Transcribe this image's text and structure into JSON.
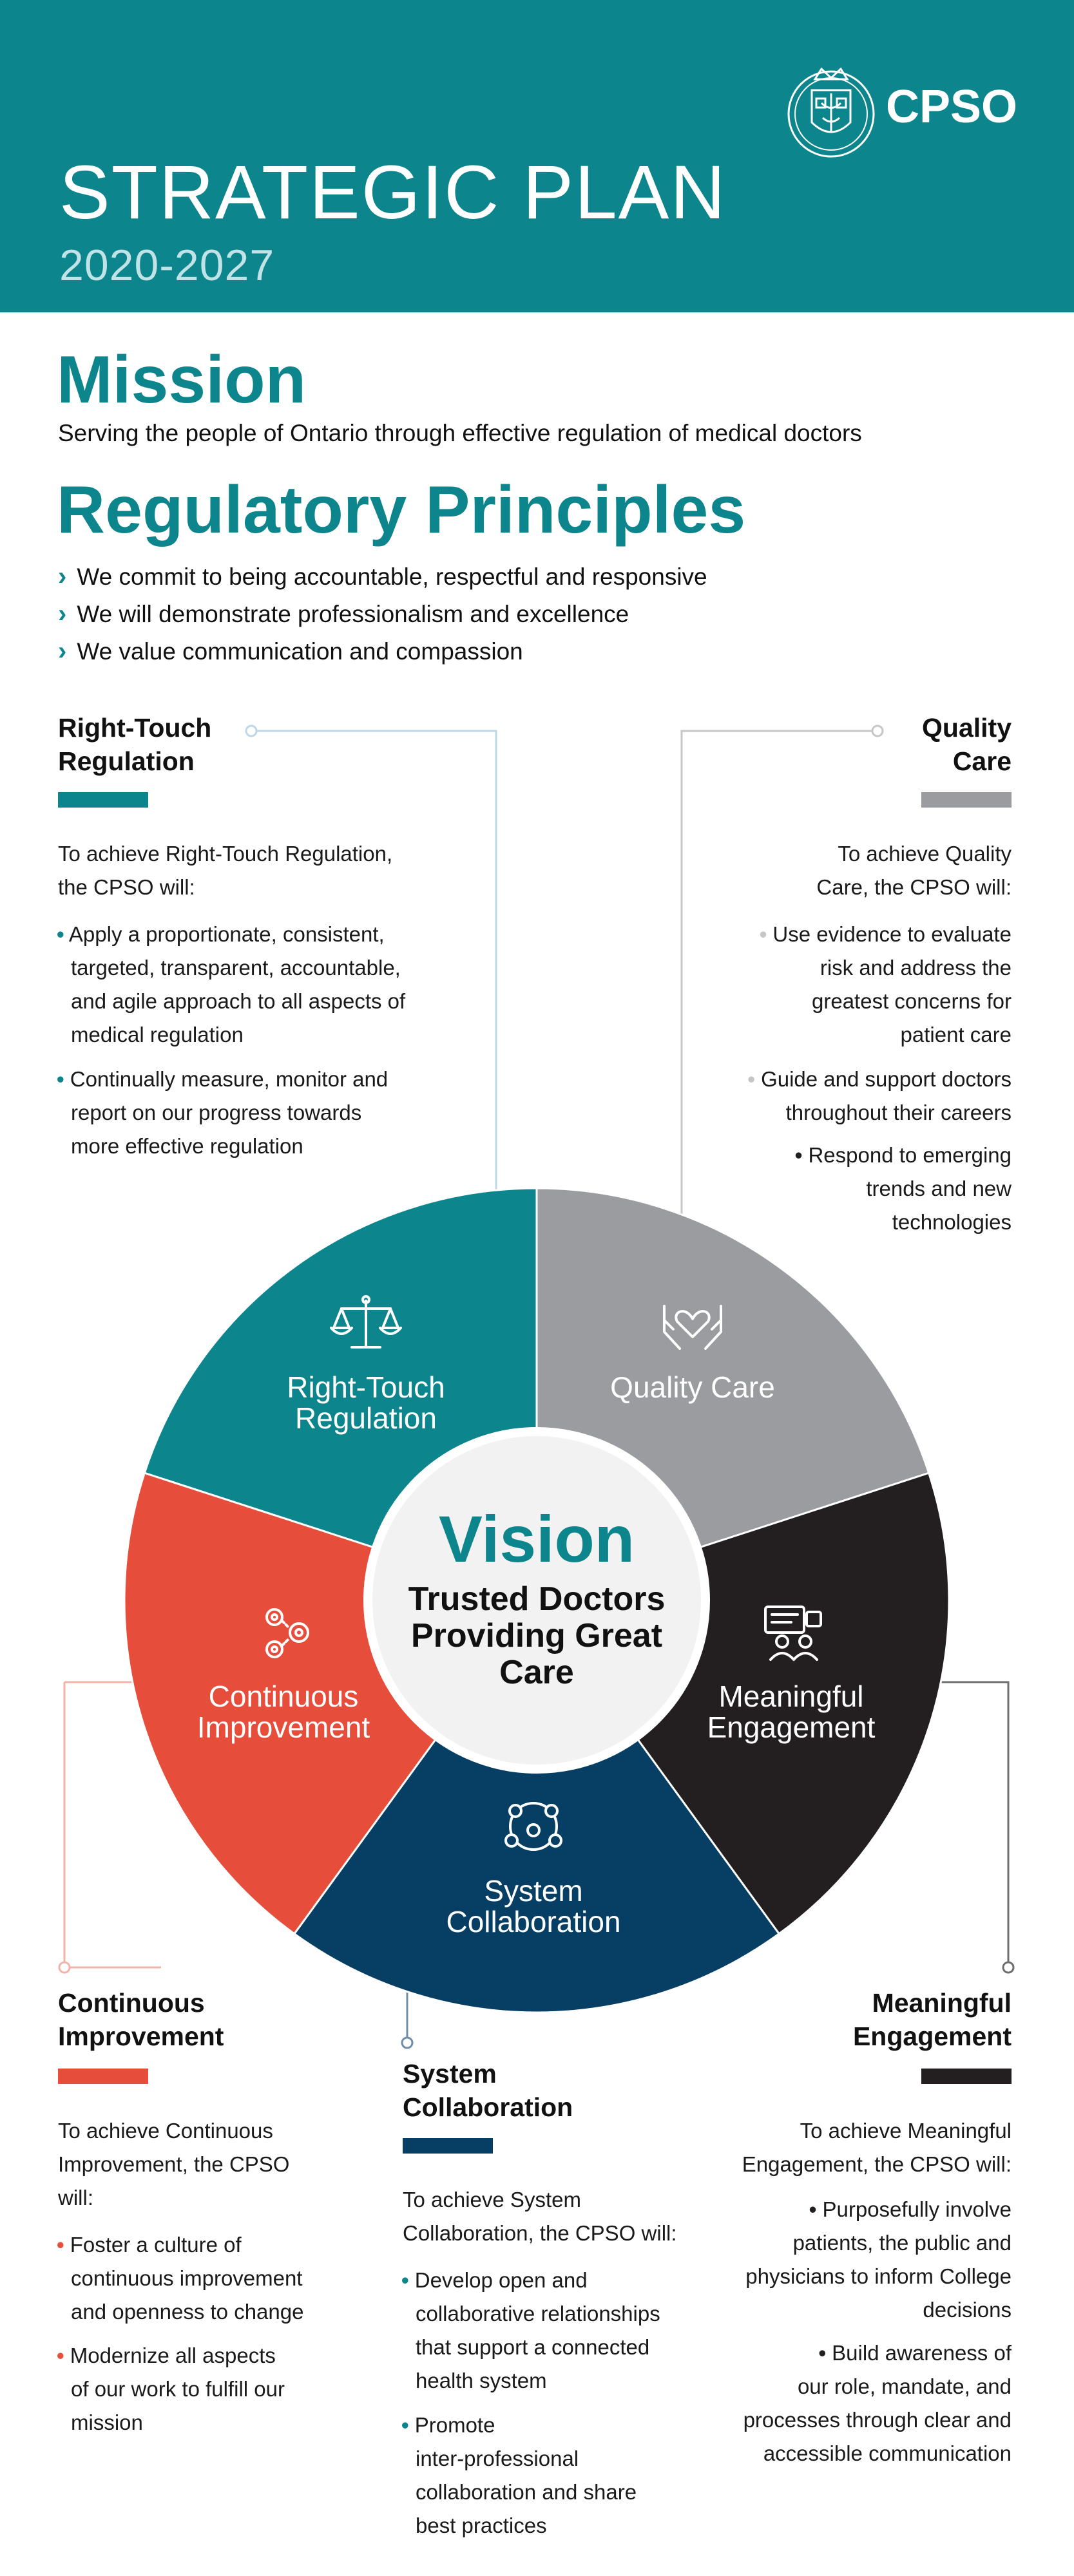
{
  "header": {
    "title": "STRATEGIC PLAN",
    "years": "2020-2027",
    "logo_text": "CPSO"
  },
  "mission": {
    "title": "Mission",
    "text": "Serving the people of Ontario through effective regulation of medical doctors"
  },
  "principles": {
    "title": "Regulatory Principles",
    "items": [
      "We commit to being accountable, respectful and responsive",
      "We will demonstrate professionalism and excellence",
      "We value communication and compassion"
    ]
  },
  "vision": {
    "title": "Vision",
    "text_lines": [
      "Trusted Doctors",
      "Providing Great",
      "Care"
    ]
  },
  "colors": {
    "teal": "#0d858d",
    "gray": "#9b9c9f",
    "black": "#231f20",
    "navy": "#063f63",
    "red": "#e64d3a"
  },
  "wheel_labels": {
    "right_touch": [
      "Right-Touch",
      "Regulation"
    ],
    "quality": [
      "Quality Care"
    ],
    "continuous": [
      "Continuous",
      "Improvement"
    ],
    "meaningful": [
      "Meaningful",
      "Engagement"
    ],
    "system": [
      "System",
      "Collaboration"
    ]
  },
  "icons": {
    "right_touch": "scales-icon",
    "quality": "hands-heart-icon",
    "continuous": "gears-icon",
    "meaningful": "people-chat-icon",
    "system": "network-people-icon"
  },
  "quadrants": {
    "right_touch": {
      "title_lines": [
        "Right-Touch",
        "Regulation"
      ],
      "intro_lines": [
        "To achieve Right-Touch Regulation,",
        "the CPSO will:"
      ],
      "bullets": [
        [
          "Apply a proportionate, consistent,",
          "targeted, transparent, accountable,",
          "and agile approach to all aspects of",
          "medical regulation"
        ],
        [
          "Continually measure, monitor and",
          "report on our progress towards",
          "more effective regulation"
        ]
      ]
    },
    "quality": {
      "title_lines": [
        "Quality",
        "Care"
      ],
      "intro_lines": [
        "To achieve Quality",
        "Care, the CPSO will:"
      ],
      "bullets": [
        [
          "Use evidence to evaluate",
          "risk and address the",
          "greatest concerns for",
          "patient care"
        ],
        [
          "Guide and support doctors",
          "throughout their careers"
        ],
        [
          "Respond to emerging",
          "trends and new",
          "technologies"
        ]
      ]
    },
    "continuous": {
      "title_lines": [
        "Continuous",
        "Improvement"
      ],
      "intro_lines": [
        "To achieve Continuous",
        "Improvement, the CPSO",
        "will:"
      ],
      "bullets": [
        [
          "Foster a culture of",
          "continuous improvement",
          "and openness to change"
        ],
        [
          "Modernize all aspects",
          "of our work to fulfill our",
          "mission"
        ]
      ]
    },
    "system": {
      "title_lines": [
        "System",
        "Collaboration"
      ],
      "intro_lines": [
        "To achieve System",
        "Collaboration, the CPSO will:"
      ],
      "bullets": [
        [
          "Develop open and",
          "collaborative relationships",
          "that support a connected",
          "health system"
        ],
        [
          "Promote",
          "inter-professional",
          "collaboration and share",
          "best practices"
        ]
      ]
    },
    "meaningful": {
      "title_lines": [
        "Meaningful",
        "Engagement"
      ],
      "intro_lines": [
        "To achieve Meaningful",
        "Engagement, the CPSO will:"
      ],
      "bullets": [
        [
          "Purposefully involve",
          "patients, the public and",
          "physicians to inform College",
          "decisions"
        ],
        [
          "Build awareness of",
          "our role, mandate, and",
          "processes through clear and",
          "accessible communication"
        ]
      ]
    }
  }
}
